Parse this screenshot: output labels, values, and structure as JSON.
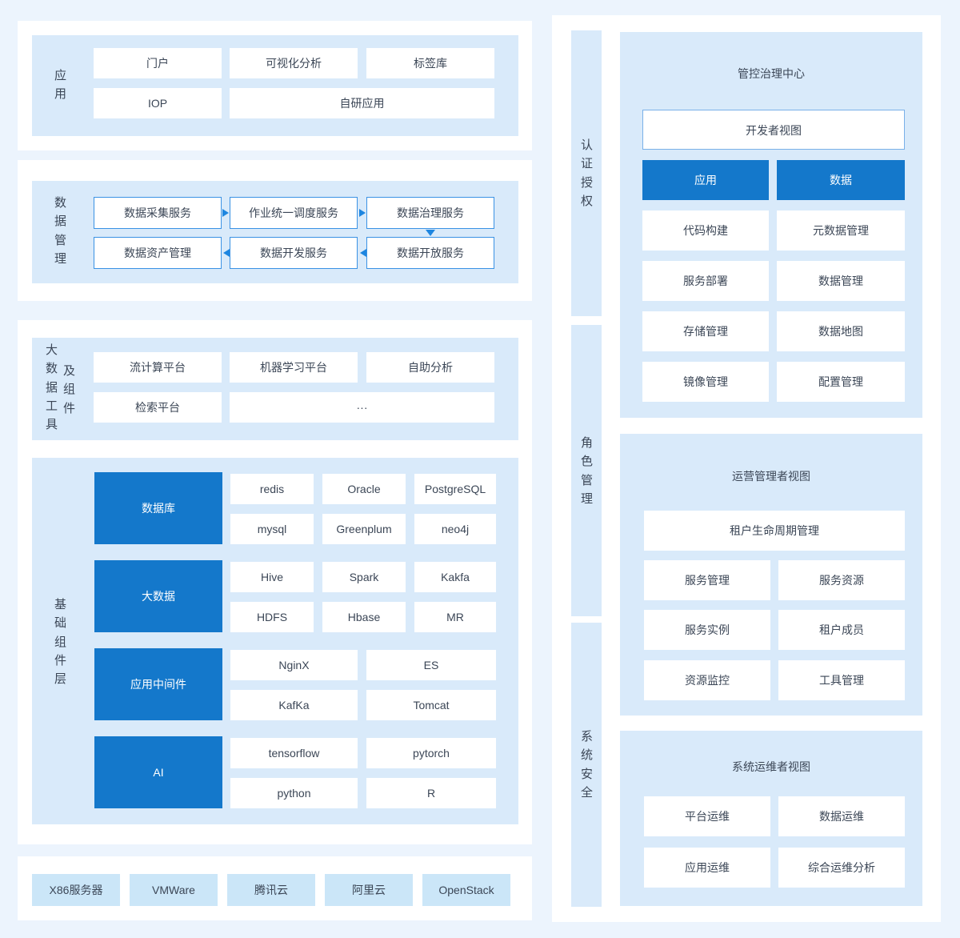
{
  "colors": {
    "page_bg": "#ecf4fd",
    "panel_blue": "#d9eafa",
    "accent_blue": "#1478cb",
    "border_blue": "#3a92e4",
    "infra_box_blue": "#cbe6f8"
  },
  "left": {
    "app": {
      "label": "应用",
      "row1": [
        "门户",
        "可视化分析",
        "标签库"
      ],
      "row2": [
        "IOP",
        "自研应用"
      ]
    },
    "data_mgmt": {
      "label": "数据管理",
      "row1": [
        "数据采集服务",
        "作业统一调度服务",
        "数据治理服务"
      ],
      "row2": [
        "数据资产管理",
        "数据开发服务",
        "数据开放服务"
      ]
    },
    "bigdata": {
      "label_col1": "大数据工具",
      "label_col2": "及组件",
      "row1": [
        "流计算平台",
        "机器学习平台",
        "自助分析"
      ],
      "row2": [
        "检索平台",
        "···"
      ]
    },
    "foundation": {
      "label": "基础组件层",
      "groups": [
        {
          "name": "数据库",
          "tools": [
            "redis",
            "Oracle",
            "PostgreSQL",
            "mysql",
            "Greenplum",
            "neo4j"
          ]
        },
        {
          "name": "大数据",
          "tools": [
            "Hive",
            "Spark",
            "Kakfa",
            "HDFS",
            "Hbase",
            "MR"
          ]
        },
        {
          "name": "应用中间件",
          "tools": [
            "NginX",
            "ES",
            "KafKa",
            "Tomcat"
          ]
        },
        {
          "name": "AI",
          "tools": [
            "tensorflow",
            "pytorch",
            "python",
            "R"
          ]
        }
      ]
    },
    "infra": [
      "X86服务器",
      "VMWare",
      "腾讯云",
      "阿里云",
      "OpenStack"
    ]
  },
  "right": {
    "strips": [
      "认证授权",
      "角色管理",
      "系统安全"
    ],
    "governance": {
      "title": "管控治理中心",
      "dev_view": "开发者视图",
      "tabs": [
        "应用",
        "数据"
      ],
      "cells": [
        "代码构建",
        "元数据管理",
        "服务部署",
        "数据管理",
        "存储管理",
        "数据地图",
        "镜像管理",
        "配置管理"
      ]
    },
    "operation": {
      "title": "运营管理者视图",
      "full_width": "租户生命周期管理",
      "cells": [
        "服务管理",
        "服务资源",
        "服务实例",
        "租户成员",
        "资源监控",
        "工具管理"
      ]
    },
    "ops": {
      "title": "系统运维者视图",
      "cells": [
        "平台运维",
        "数据运维",
        "应用运维",
        "综合运维分析"
      ]
    }
  }
}
